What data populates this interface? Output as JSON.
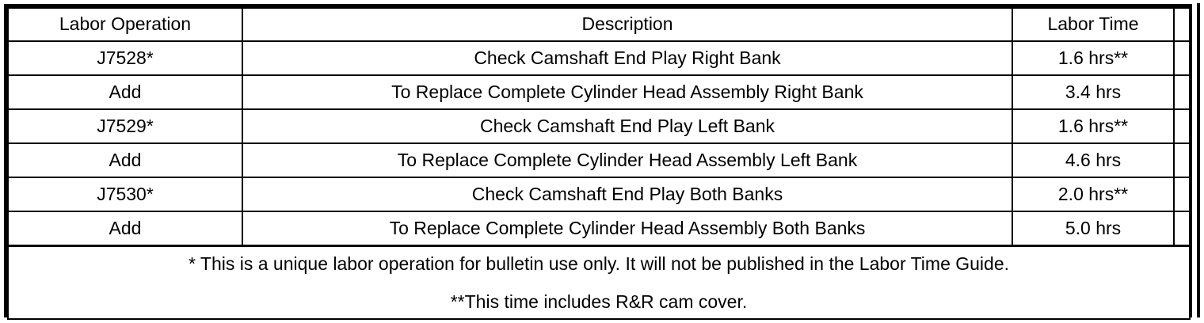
{
  "table": {
    "columns": [
      {
        "key": "operation",
        "label": "Labor Operation"
      },
      {
        "key": "description",
        "label": "Description"
      },
      {
        "key": "time",
        "label": "Labor Time"
      },
      {
        "key": "spacer",
        "label": ""
      }
    ],
    "rows": [
      {
        "operation": "J7528*",
        "description": "Check Camshaft End Play Right Bank",
        "time": "1.6 hrs**",
        "spacer": ""
      },
      {
        "operation": "Add",
        "description": "To Replace Complete Cylinder Head Assembly Right Bank",
        "time": "3.4 hrs",
        "spacer": ""
      },
      {
        "operation": "J7529*",
        "description": "Check Camshaft End Play Left Bank",
        "time": "1.6 hrs**",
        "spacer": ""
      },
      {
        "operation": "Add",
        "description": "To Replace Complete Cylinder Head Assembly Left Bank",
        "time": "4.6 hrs",
        "spacer": ""
      },
      {
        "operation": "J7530*",
        "description": "Check Camshaft End Play Both Banks",
        "time": "2.0 hrs**",
        "spacer": ""
      },
      {
        "operation": "Add",
        "description": "To Replace Complete Cylinder Head Assembly Both Banks",
        "time": "5.0 hrs",
        "spacer": ""
      }
    ],
    "footnotes": [
      "* This is a unique labor operation for bulletin use only. It will not be published in the Labor Time Guide.",
      "**This time includes R&R cam cover."
    ]
  },
  "colors": {
    "text": "#000000",
    "background": "#ffffff",
    "border": "#000000"
  }
}
